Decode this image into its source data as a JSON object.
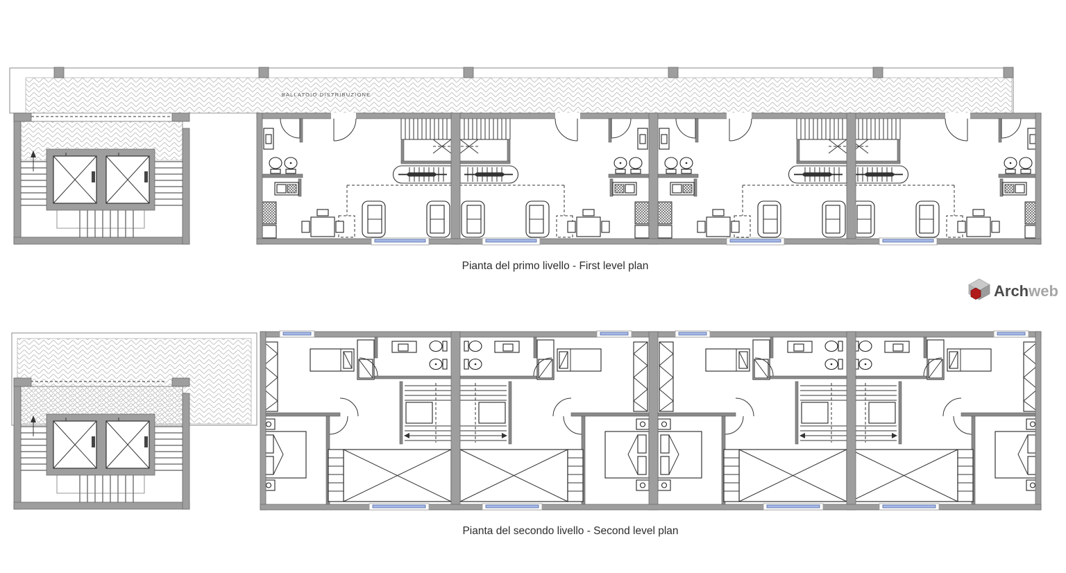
{
  "page": {
    "background": "#ffffff",
    "drawing_type": "Residential duplex floor plans"
  },
  "plans": {
    "first_level": {
      "caption": "Pianta del primo livello - First level plan",
      "walkway_label": "BALLATOIO DISTRIBUZIONE",
      "units": 4
    },
    "second_level": {
      "caption": "Pianta del secondo livello - Second level plan",
      "units": 4
    }
  },
  "logo": {
    "text_primary": "Arch",
    "text_secondary": "web",
    "cube_red": "#b11a1a",
    "cube_gray_top": "#c9c9c9",
    "cube_gray_left": "#b3b3b3",
    "cube_gray_right": "#9c9c9c"
  },
  "colors": {
    "wall_gray": "#9e9e9e",
    "interior_wall_gray": "#8a8a8a",
    "wall_edge": "#6b6b6b",
    "line_dark": "#333333",
    "hatch_line": "#c6c6c6",
    "window_blue": "#a6bbe8",
    "caption_text": "#2d2d2d",
    "walkway_text": "#555555",
    "logo_arch_text": "#4a4a4a",
    "logo_web_text": "#a6a6a6"
  }
}
